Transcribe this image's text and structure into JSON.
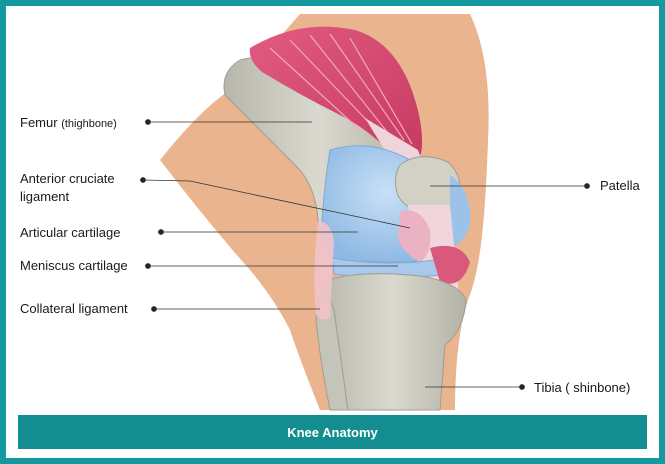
{
  "title": "Knee Anatomy",
  "labels": {
    "femur": "Femur",
    "femur_note": "(thighbone)",
    "acl_line1": "Anterior cruciate",
    "acl_line2": "ligament",
    "articular": "Articular cartilage",
    "meniscus": "Meniscus cartilage",
    "collateral": "Collateral ligament",
    "patella": "Patella",
    "tibia": "Tibia ( shinbone)"
  },
  "colors": {
    "frame": "#139aa0",
    "caption_bg": "#138d90",
    "skin": "#e9b48e",
    "bone": "#c9c8bd",
    "muscle": "#d9486f",
    "cartilage": "#a9cdee",
    "ligament": "#f2c3c9"
  }
}
